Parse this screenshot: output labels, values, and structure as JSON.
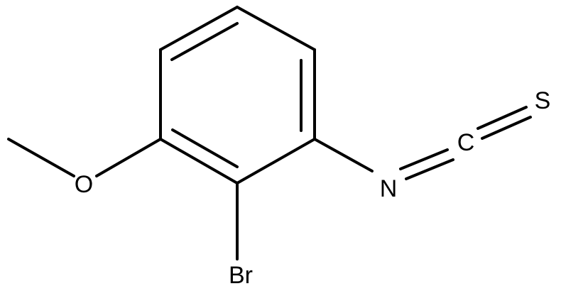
{
  "molecule": {
    "atoms": {
      "oxygen": "O",
      "bromine": "Br",
      "nitrogen": "N",
      "carbon": "C",
      "sulfur": "S"
    },
    "colors": {
      "bond": "#000000",
      "label": "#000000",
      "background": "#ffffff"
    }
  }
}
